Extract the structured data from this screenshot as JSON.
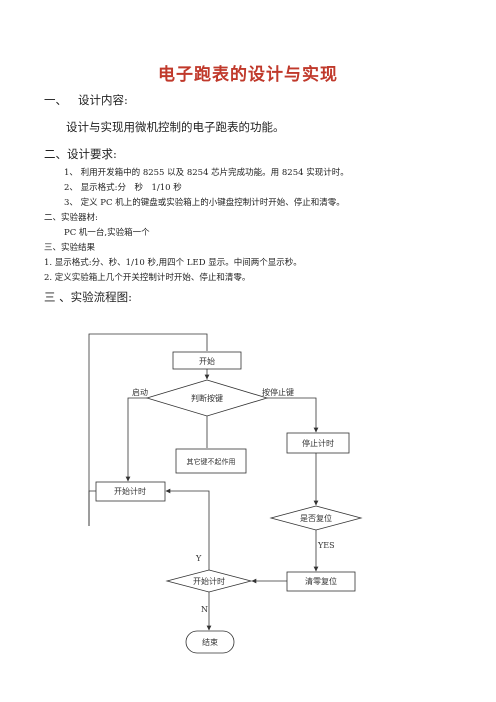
{
  "title": "电子跑表的设计与实现",
  "sections": {
    "s1_num": "一、",
    "s1_title": "设计内容:",
    "s1_body": "设计与实现用微机控制的电子跑表的功能。",
    "s2_title": "二、设计要求:",
    "s2_items": [
      "1、 利用开发箱中的 8255 以及 8254 芯片完成功能。用 8254 实现计时。",
      "2、 显示格式:分　秒　1/10 秒",
      "3、 定义 PC 机上的键盘或实验箱上的小键盘控制计时开始、停止和清零。"
    ],
    "s2b_title": "二、实验器材:",
    "s2b_body": "PC 机一台,实验箱一个",
    "s3_title": "三、实验结果",
    "s3_items": [
      "1. 显示格式:分、秒、1/10 秒,用四个 LED 显示。中间两个显示秒。",
      "2. 定义实验箱上几个开关控制计时开始、停止和清零。"
    ],
    "s4_title": "三 、实验流程图:"
  },
  "flowchart": {
    "start": "开始",
    "judge": "判断按键",
    "start_label": "启动",
    "stop_label": "按停止键",
    "stop_timer": "停止计时",
    "other_keys": "其它键不起作用",
    "begin_timer": "开始计时",
    "reset_q": "是否复位",
    "yes": "YES",
    "clear": "清零复位",
    "begin_timer2": "开始计时",
    "y": "Y",
    "n": "N",
    "end": "结束"
  }
}
